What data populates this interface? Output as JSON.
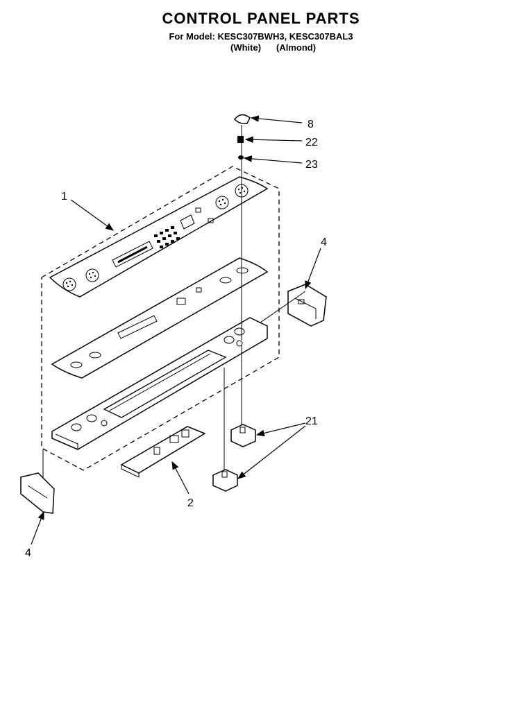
{
  "header": {
    "title": "CONTROL PANEL PARTS",
    "models_line": "For Model: KESC307BWH3, KESC307BAL3",
    "variant_white": "(White)",
    "variant_almond": "(Almond)"
  },
  "callouts": {
    "knob": "8",
    "spring": "22",
    "clip": "23",
    "overlay_panel": "1",
    "end_cap_right": "4",
    "end_cap_left": "4",
    "control_board": "2",
    "switches": "21"
  }
}
